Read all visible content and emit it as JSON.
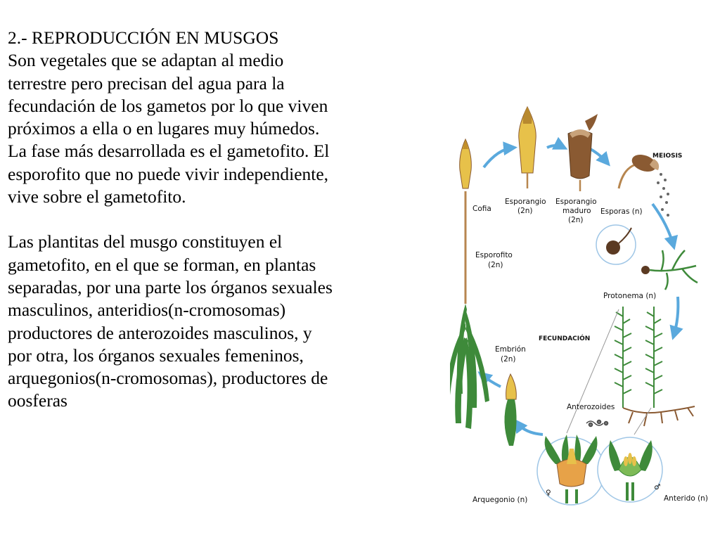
{
  "heading": "2.- REPRODUCCIÓN EN MUSGOS",
  "paragraph1": [
    "Son vegetales que se adaptan al medio",
    "terrestre pero precisan del agua para la",
    "fecundación de los gametos por lo que viven",
    "próximos a ella o en lugares muy húmedos.",
    "La fase más desarrollada es el gametofito. El",
    "esporofito que no puede vivir independiente,",
    "vive sobre el gametofito."
  ],
  "paragraph2": [
    "Las plantitas del musgo constituyen el",
    "gametofito, en el que se forman, en plantas",
    "separadas, por una parte los órganos sexuales",
    "masculinos, anteridios(n-cromosomas)",
    "productores de anterozoides masculinos, y",
    "por otra, los órganos sexuales femeninos,",
    "arquegonios(n-cromosomas), productores de",
    "oosferas"
  ],
  "diagram": {
    "labels": {
      "cofia": "Cofia",
      "esporangio_1": "Esporangio",
      "esporangio_1_ploidy": "(2n)",
      "esporangio_maduro_1": "Esporangio",
      "esporangio_maduro_2": "maduro",
      "esporangio_maduro_ploidy": "(2n)",
      "esporas": "Esporas (n)",
      "meiosis": "MEIOSIS",
      "esporofito": "Esporofito",
      "esporofito_ploidy": "(2n)",
      "protonema": "Protonema (n)",
      "fecundacion": "FECUNDACIÓN",
      "embrion": "Embrión",
      "embrion_ploidy": "(2n)",
      "anterozoides": "Anterozoides",
      "arquegonio": "Arquegonio (n)",
      "anterido": "Anterido (n)",
      "female_symbol": "♀",
      "male_symbol": "♂"
    },
    "colors": {
      "arrow": "#5aa9dd",
      "leaf": "#3e8a3a",
      "capsule_yellow": "#e7c14a",
      "capsule_brown": "#8a5a32",
      "stalk": "#b7864f"
    }
  }
}
